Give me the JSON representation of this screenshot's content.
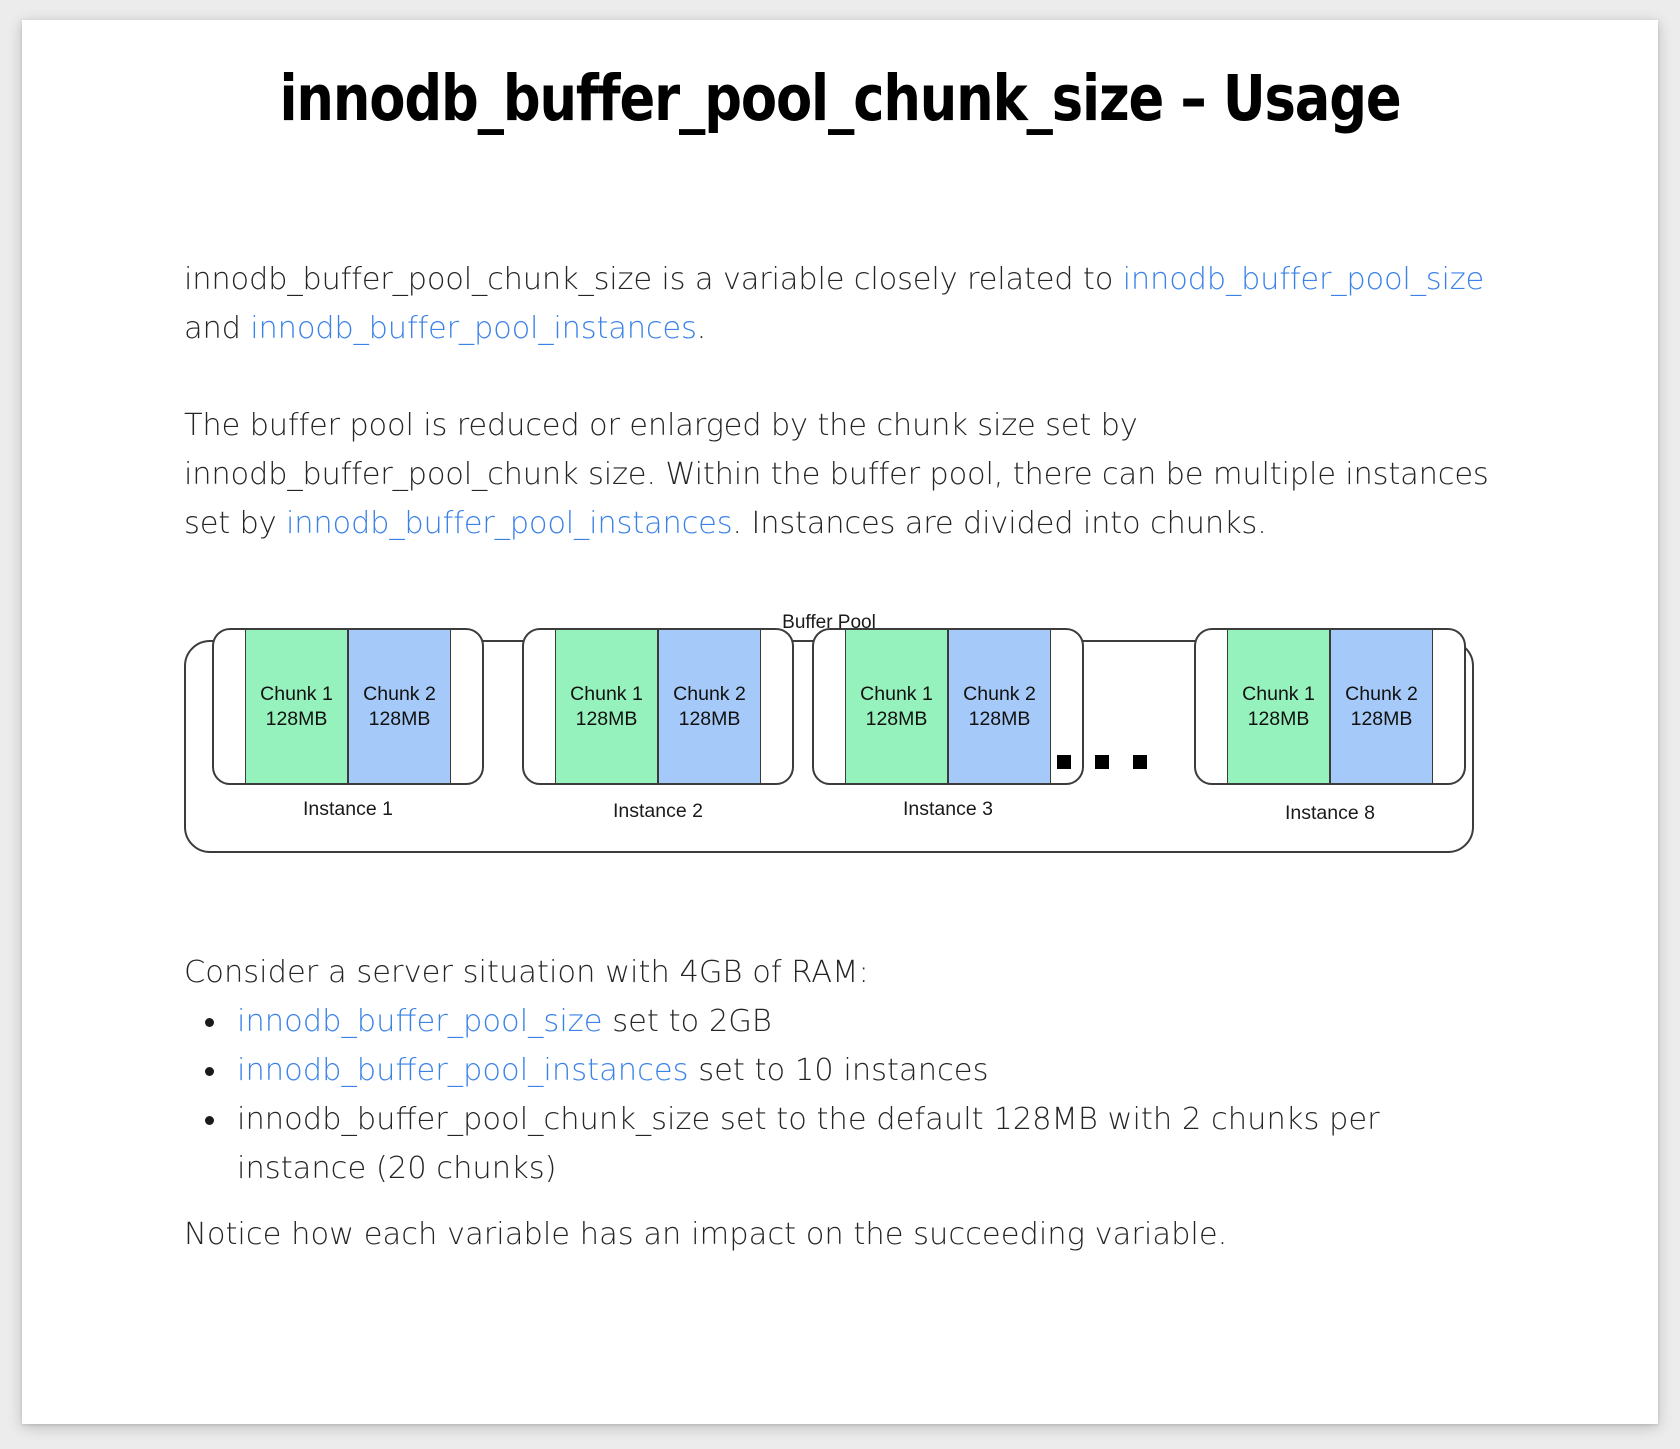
{
  "page": {
    "title": "innodb_buffer_pool_chunk_size – Usage"
  },
  "paragraphs": {
    "p1_part1": "innodb_buffer_pool_chunk_size is a variable closely related to ",
    "p1_link1": "innodb_buffer_pool_size",
    "p1_part2": " and ",
    "p1_link2": "innodb_buffer_pool_instances",
    "p1_part3": ".",
    "p2_part1": "The buffer pool is reduced or enlarged by the chunk size set by innodb_buffer_pool_chunk size. Within the buffer pool, there can be multiple instances set by ",
    "p2_link1": "innodb_buffer_pool_instances",
    "p2_part2": ". Instances are divided into chunks."
  },
  "diagram": {
    "caption": "Buffer Pool",
    "ellipsis_dots": 3,
    "instances": [
      {
        "label": "Instance 1",
        "chunks": [
          {
            "name": "Chunk 1",
            "size": "128MB",
            "color": "#96f2bd"
          },
          {
            "name": "Chunk 2",
            "size": "128MB",
            "color": "#a5c9f8"
          }
        ]
      },
      {
        "label": "Instance 2",
        "chunks": [
          {
            "name": "Chunk 1",
            "size": "128MB",
            "color": "#96f2bd"
          },
          {
            "name": "Chunk 2",
            "size": "128MB",
            "color": "#a5c9f8"
          }
        ]
      },
      {
        "label": "Instance 3",
        "chunks": [
          {
            "name": "Chunk 1",
            "size": "128MB",
            "color": "#96f2bd"
          },
          {
            "name": "Chunk 2",
            "size": "128MB",
            "color": "#a5c9f8"
          }
        ]
      },
      {
        "label": "Instance 8",
        "chunks": [
          {
            "name": "Chunk 1",
            "size": "128MB",
            "color": "#96f2bd"
          },
          {
            "name": "Chunk 2",
            "size": "128MB",
            "color": "#a5c9f8"
          }
        ]
      }
    ]
  },
  "list": {
    "lead_in": "Consider a server situation with 4GB of RAM:",
    "items": [
      {
        "link": "innodb_buffer_pool_size",
        "rest": " set to 2GB"
      },
      {
        "link": "innodb_buffer_pool_instances",
        "rest": " set to 10 instances"
      },
      {
        "link": "",
        "rest": "innodb_buffer_pool_chunk_size set to the default 128MB with 2 chunks per instance (20 chunks)"
      }
    ]
  },
  "closing": "Notice how each variable has an impact on the succeeding variable.",
  "colors": {
    "link": "#3b82e8",
    "chunk_green": "#96f2bd",
    "chunk_blue": "#a5c9f8",
    "text": "#252525",
    "page_background": "#ececec",
    "card_background": "#ffffff"
  }
}
